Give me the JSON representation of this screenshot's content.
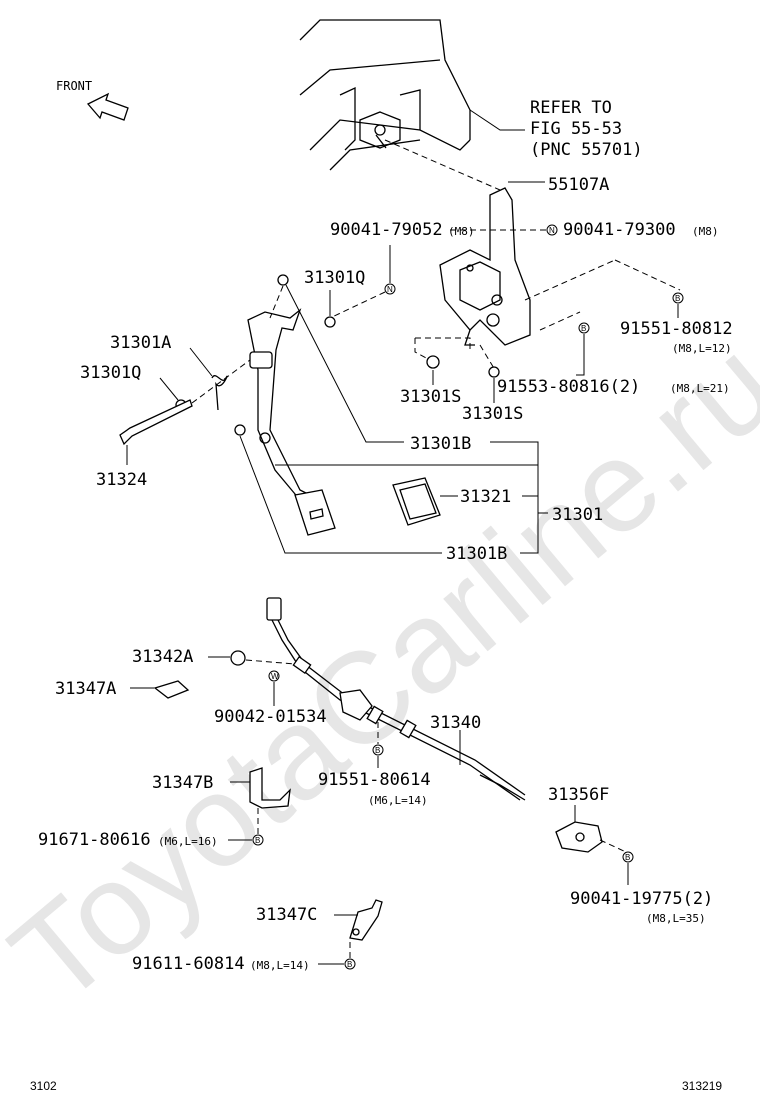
{
  "watermark": "ToyotaCarline.ru",
  "front_label": "FRONT",
  "refer": [
    "REFER TO",
    "FIG 55-53",
    "(PNC 55701)"
  ],
  "labels": {
    "p55107A": "55107A",
    "p90041_79052": "90041-79052",
    "p90041_79052_spec": "(M8)",
    "p90041_79300": "90041-79300",
    "p90041_79300_spec": "(M8)",
    "p31301Q_top": "31301Q",
    "p91551_80812": "91551-80812",
    "p91551_80812_spec": "(M8,L=12)",
    "p31301A": "31301A",
    "p31301Q_left": "31301Q",
    "p31301S_left": "31301S",
    "p91553_80816": "91553-80816(2)",
    "p91553_80816_spec": "(M8,L=21)",
    "p31301S_right": "31301S",
    "p31324": "31324",
    "p31301B_top": "31301B",
    "p31321": "31321",
    "p31301": "31301",
    "p31301B_bottom": "31301B",
    "p31342A": "31342A",
    "p31347A": "31347A",
    "p90042_01534": "90042-01534",
    "p31340": "31340",
    "p31347B": "31347B",
    "p91551_80614": "91551-80614",
    "p91551_80614_spec": "(M6,L=14)",
    "p31356F": "31356F",
    "p91671_80616": "91671-80616",
    "p91671_80616_spec": "(M6,L=16)",
    "p90041_19775": "90041-19775(2)",
    "p90041_19775_spec": "(M8,L=35)",
    "p31347C": "31347C",
    "p91611_60814": "91611-60814",
    "p91611_60814_spec": "(M8,L=14)"
  },
  "markers": {
    "N": "N",
    "B": "B",
    "W": "W"
  },
  "footer": {
    "left": "3102",
    "right": "313219"
  }
}
